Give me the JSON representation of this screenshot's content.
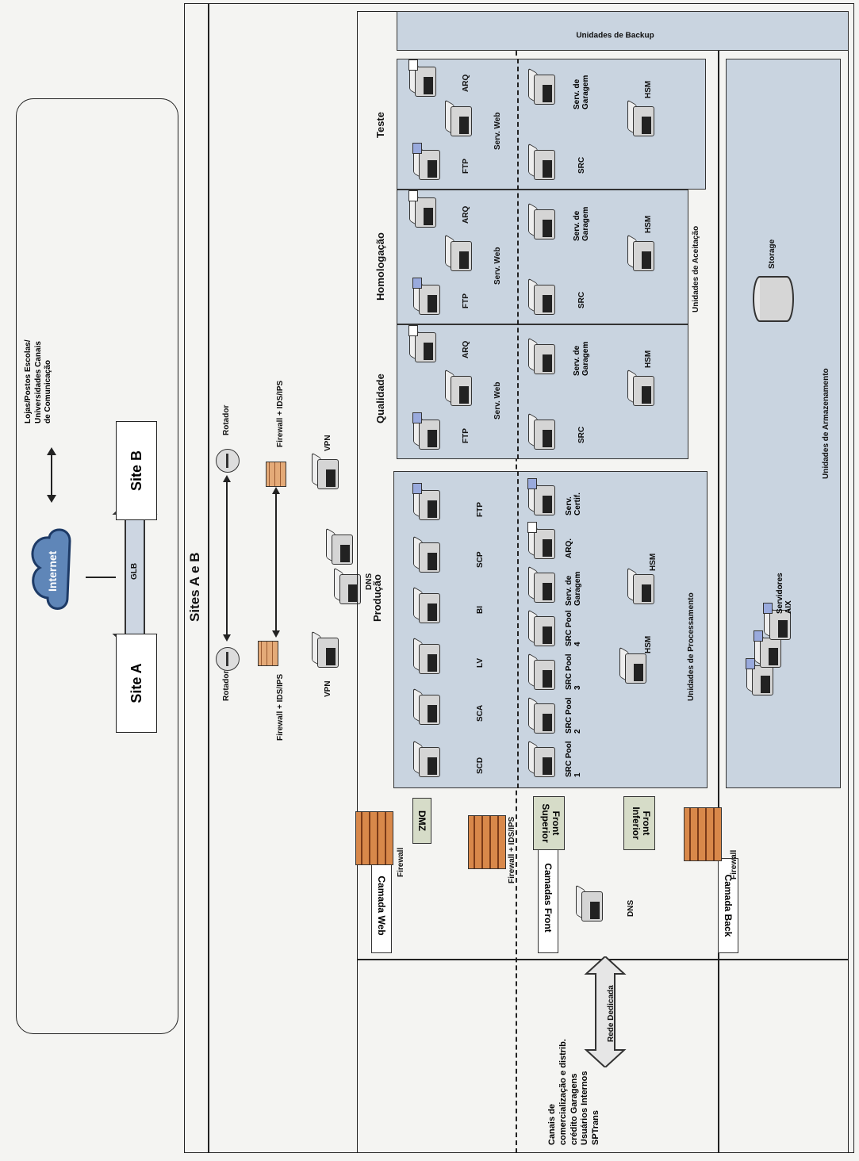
{
  "top_section": {
    "internet": "Internet",
    "glb": "GLB",
    "site_a": "Site A",
    "site_b": "Site B",
    "external": "Lojas/Postos Escolas/ Universidades Canais de Comunicação"
  },
  "sites_title": "Sites A e B",
  "perimeter": {
    "rotador_left": "Rotador",
    "rotador_right": "Rotador",
    "firewall_ids_left": "Firewall + IDS/IPS",
    "firewall_ids_right": "Firewall + IDS/IPS",
    "vpn_left": "VPN",
    "vpn_right": "VPN",
    "dns": "DNS"
  },
  "layers": {
    "web": "Camada Web",
    "front": "Camadas Front",
    "back": "Camada Back"
  },
  "firewalls": {
    "fw1": "Firewall",
    "fw2": "Firewall + IDS/IPS",
    "fw3": "Firewall"
  },
  "tabs": {
    "dmz": "DMZ",
    "front_superior": "Front Superior",
    "front_inferior": "Front Inferior"
  },
  "front_dns": "DNS",
  "producao": {
    "title": "Produção",
    "web_servers": [
      "SCD",
      "SCA",
      "LV",
      "BI",
      "SCP",
      "FTP"
    ],
    "front_servers": [
      "SRC Pool 1",
      "SRC Pool 2",
      "SRC Pool 3",
      "SRC Pool 4",
      "Serv. de Garagem",
      "ARQ.",
      "Serv. Certif."
    ],
    "hsm": [
      "HSM",
      "HSM"
    ],
    "footer": "Unidades de Processamento"
  },
  "env_panels": [
    {
      "title": "Qualidade",
      "ftp": "FTP",
      "serv_web": "Serv. Web",
      "arq": "ARQ",
      "src": "SRC",
      "garagem": "Serv. de Garagem",
      "hsm": "HSM"
    },
    {
      "title": "Homologação",
      "ftp": "FTP",
      "serv_web": "Serv. Web",
      "arq": "ARQ",
      "src": "SRC",
      "garagem": "Serv. de Garagem",
      "hsm": "HSM"
    },
    {
      "title": "Teste",
      "ftp": "FTP",
      "serv_web": "Serv. Web",
      "arq": "ARQ",
      "src": "SRC",
      "garagem": "Serv. de Garagem",
      "hsm": "HSM"
    }
  ],
  "aceitacao": "Unidades de Aceitação",
  "backup": "Unidades de Backup",
  "armazenamento": {
    "title": "Unidades de Armazenamento",
    "servers": "Servidores AIX",
    "storage": "Storage"
  },
  "bottom": {
    "rede": "Rede Dedicada",
    "canais": "Canais de comercialização e distrib. crédito Garagens Usuários Internos SPTrans"
  }
}
